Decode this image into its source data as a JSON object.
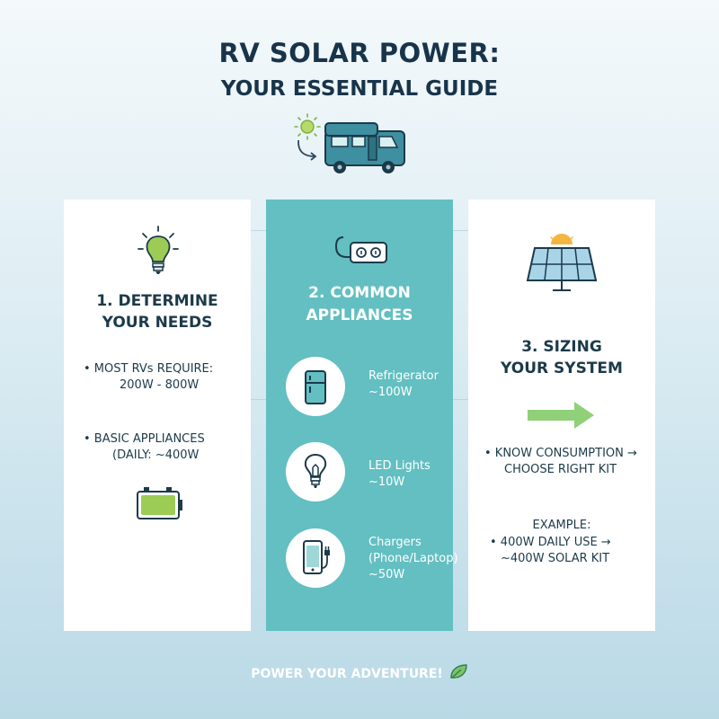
{
  "title": {
    "line1": "RV SOLAR POWER:",
    "line2": "YOUR ESSENTIAL GUIDE"
  },
  "colors": {
    "teal": "#63bfc1",
    "navy": "#17344a",
    "green": "#7cc465",
    "sun": "#f5b640",
    "rv": "#3e8fa0"
  },
  "col1": {
    "heading1": "1. DETERMINE",
    "heading2": "YOUR NEEDS",
    "bullet1_line1": "• MOST RVs REQUIRE:",
    "bullet1_line2": "200W - 800W",
    "bullet2_line1": "• BASIC APPLIANCES",
    "bullet2_line2": "(DAILY: ~400W"
  },
  "col2": {
    "heading1": "2. COMMON",
    "heading2": "APPLIANCES",
    "appliances": [
      {
        "icon": "refrigerator-icon",
        "line1": "Refrigerator",
        "line2": "~100W",
        "line3": ""
      },
      {
        "icon": "light-bulb-icon",
        "line1": "LED Lights",
        "line2": "~10W",
        "line3": ""
      },
      {
        "icon": "phone-charger-icon",
        "line1": "Chargers",
        "line2": "(Phone/Laptop)",
        "line3": "~50W"
      }
    ]
  },
  "col3": {
    "heading1": "3. SIZING",
    "heading2": "YOUR SYSTEM",
    "bullet1_line1": "• KNOW CONSUMPTION →",
    "bullet1_line2": "CHOOSE RIGHT KIT",
    "example_label": "EXAMPLE:",
    "bullet2_line1": "• 400W DAILY USE →",
    "bullet2_line2": "~400W SOLAR KIT"
  },
  "footer": {
    "text": "POWER YOUR ADVENTURE!"
  }
}
